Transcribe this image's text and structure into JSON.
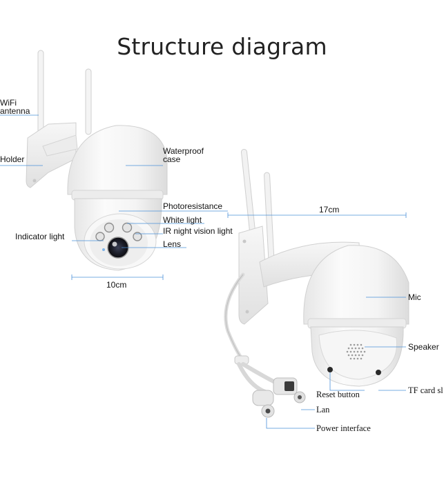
{
  "title": "Structure diagram",
  "left_camera": {
    "labels": {
      "wifi_antenna_line1": "WiFi",
      "wifi_antenna_line2": "antenna",
      "holder": "Holder",
      "waterproof_case_line1": "Waterproof",
      "waterproof_case_line2": "case",
      "photoresistance": "Photoresistance",
      "white_light": "White light",
      "ir_night_vision_light": "IR night vision light",
      "lens": "Lens",
      "indicator_light": "Indicator light"
    },
    "width_dimension": "10cm"
  },
  "right_camera": {
    "labels": {
      "mic": "Mic",
      "speaker": "Speaker",
      "tf_card_slot": "TF card sl",
      "reset_button": "Reset button",
      "lan": "Lan",
      "power_interface": "Power interface"
    },
    "width_dimension": "17cm"
  },
  "colors": {
    "leader_line": "#4a90d9",
    "camera_body": "#f2f2f2",
    "camera_shadow": "#d9d9d9"
  }
}
